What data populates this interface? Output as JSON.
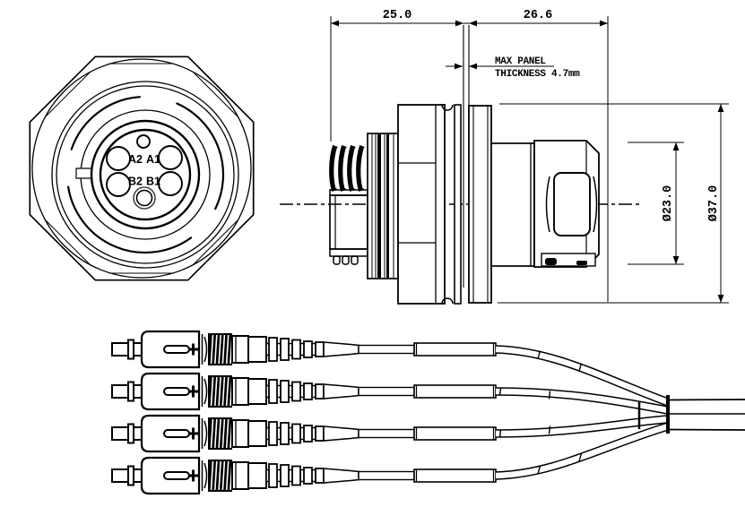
{
  "palette": {
    "ink": "#000000",
    "paper": "#ffffff"
  },
  "front_view": {
    "pins": {
      "a2": "A2",
      "a1": "A1",
      "b2": "B2",
      "b1": "B1"
    }
  },
  "side_view": {
    "dims": {
      "front_length": "25.0",
      "rear_length": "26.6",
      "panel_note_1": "MAX PANEL",
      "panel_note_2": "THICKNESS 4.7mm",
      "inner_dia": "Ø23.0",
      "outer_dia": "Ø37.0"
    }
  }
}
